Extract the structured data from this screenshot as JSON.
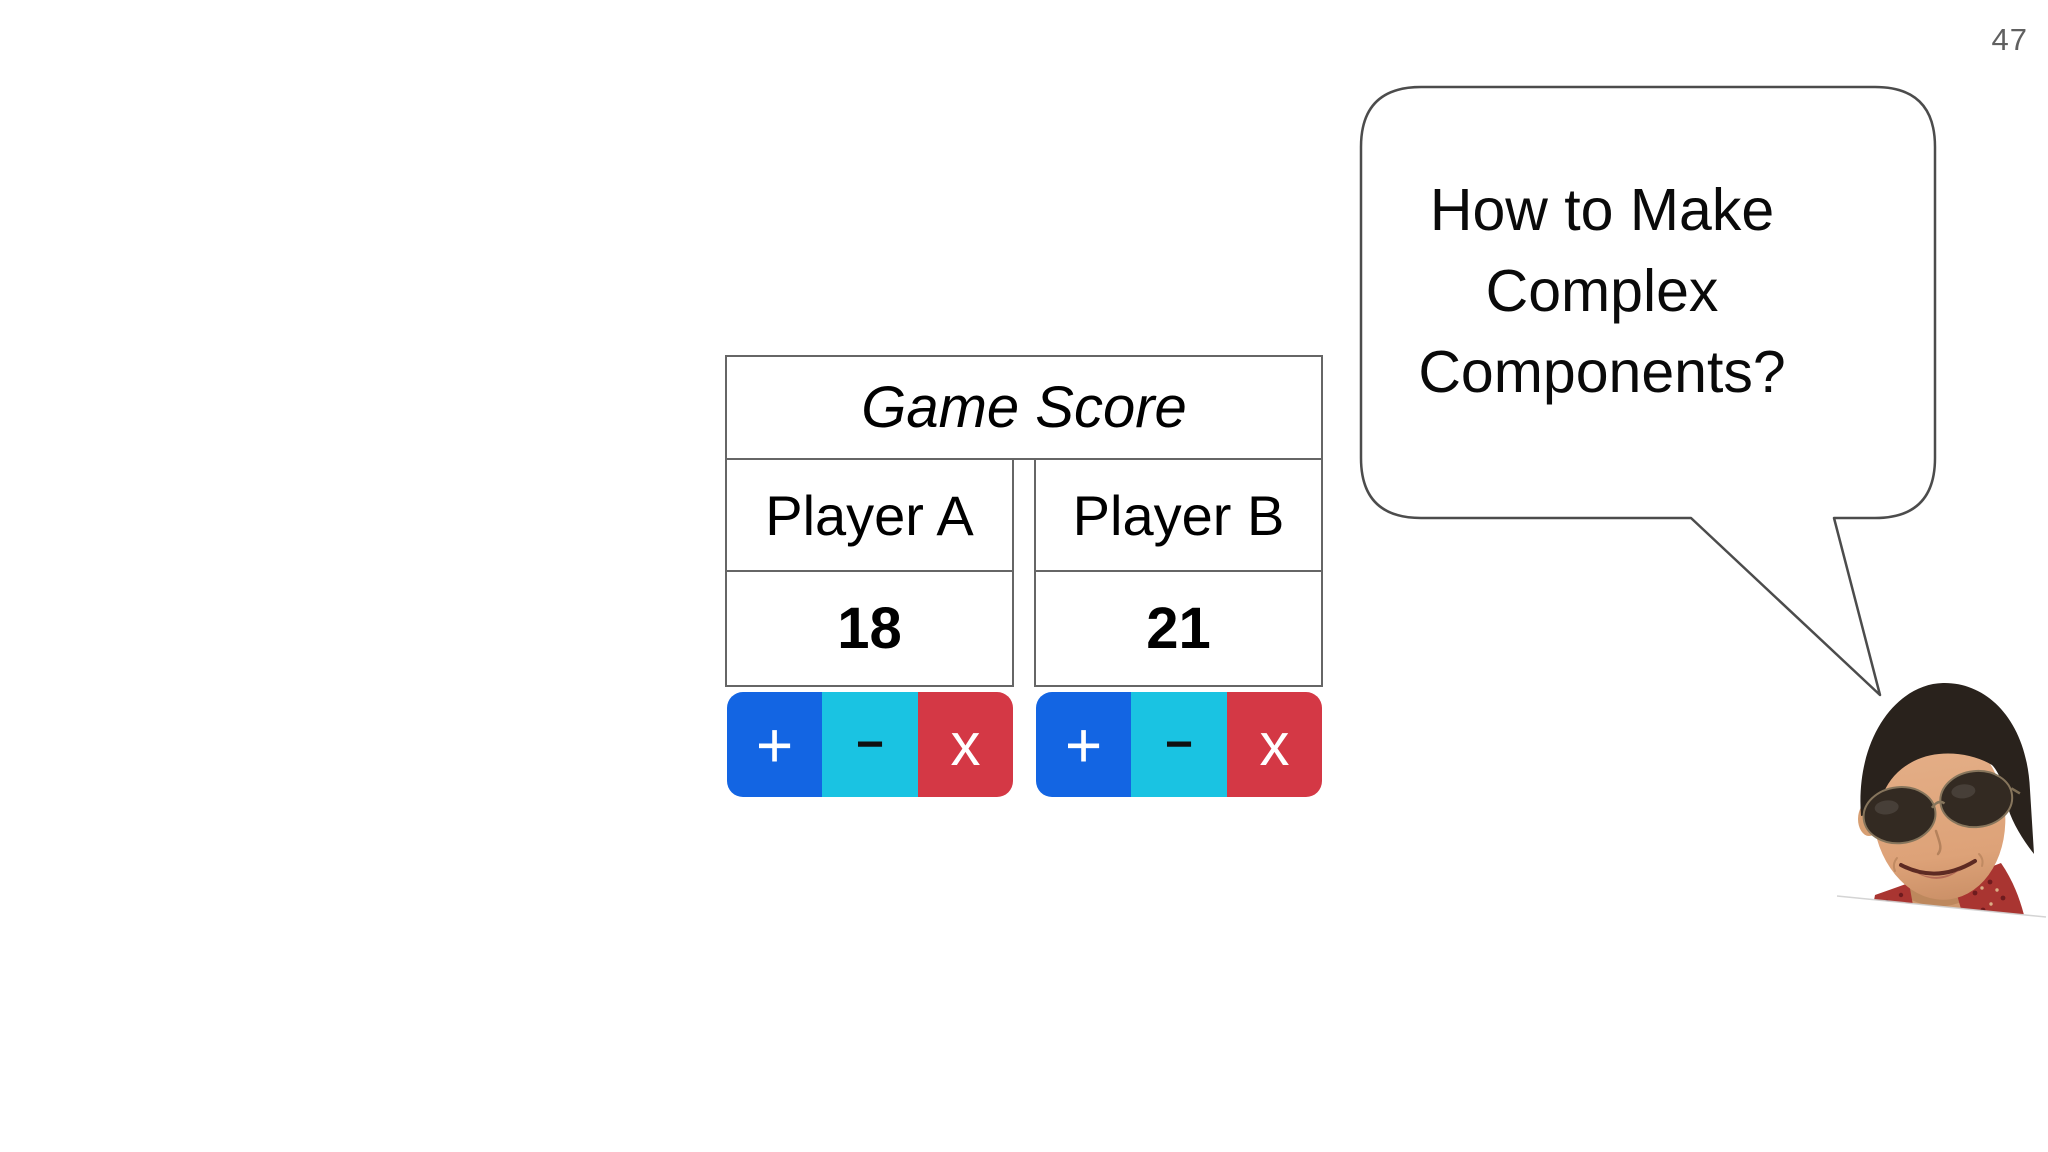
{
  "slide": {
    "page_number": "47"
  },
  "scoreboard": {
    "title": "Game Score",
    "players": [
      {
        "name": "Player A",
        "score": "18"
      },
      {
        "name": "Player B",
        "score": "21"
      }
    ],
    "button_labels": {
      "increment": "+",
      "decrement": "−",
      "remove": "x"
    }
  },
  "speech_bubble": {
    "lines": [
      "How to Make",
      "Complex",
      "Components?"
    ]
  },
  "portrait": {
    "alt": "Smiling man with dark hair wearing sunglasses"
  },
  "colors": {
    "button_blue": "#1365e3",
    "button_cyan": "#1ac3e2",
    "button_red": "#d43845",
    "table_border": "#666666",
    "bubble_outline": "#4c4c4c",
    "page_number_gray": "#606060"
  }
}
